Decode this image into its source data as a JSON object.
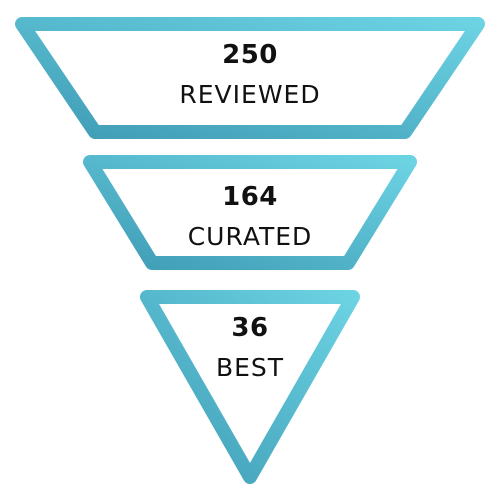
{
  "colors": {
    "gradient_start": "#3f9cb5",
    "gradient_end": "#6cd3e3",
    "text": "#111111",
    "background": "#ffffff"
  },
  "stages": [
    {
      "value": "250",
      "label": "REVIEWED"
    },
    {
      "value": "164",
      "label": "CURATED"
    },
    {
      "value": "36",
      "label": "BEST"
    }
  ]
}
